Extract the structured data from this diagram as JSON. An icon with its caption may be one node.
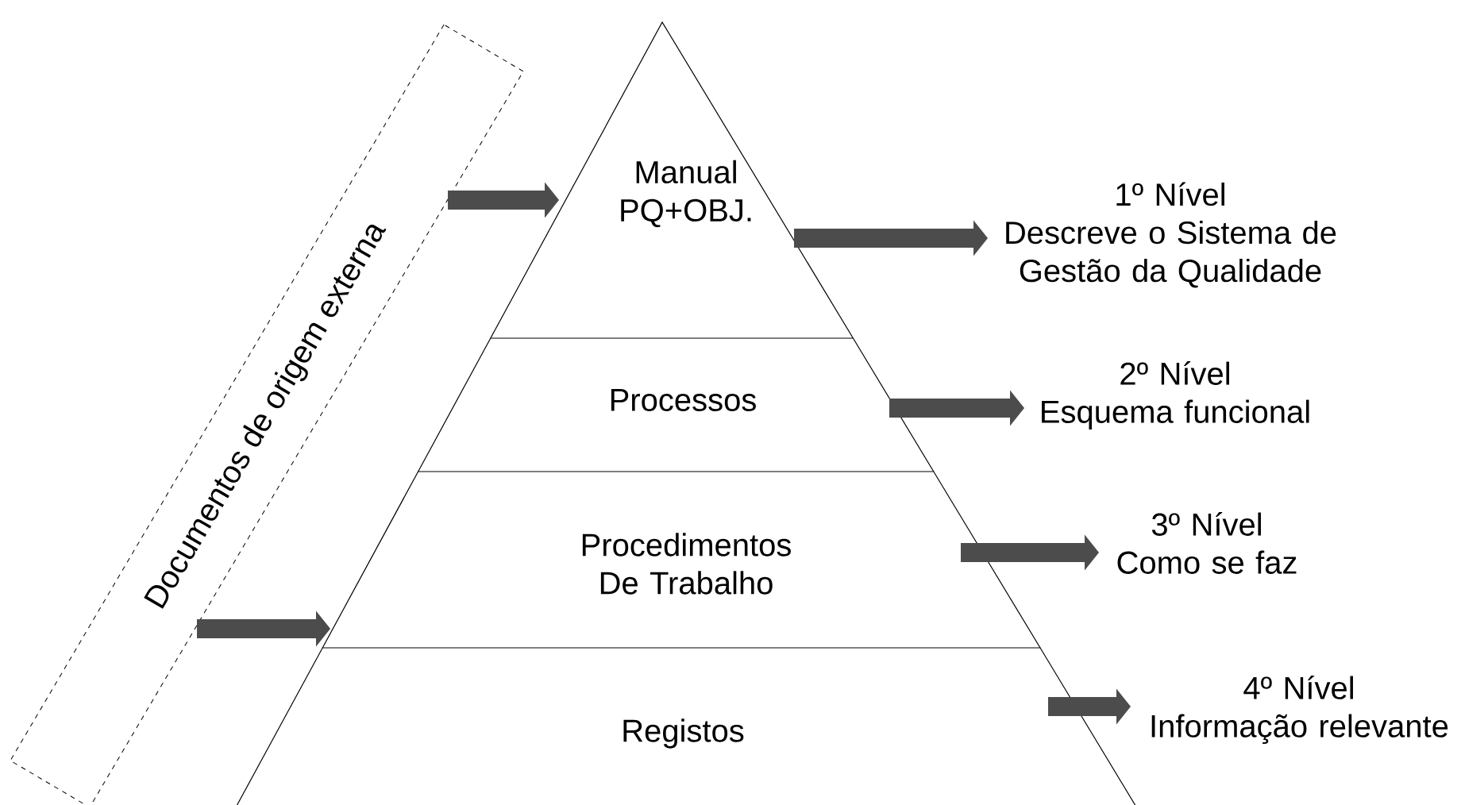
{
  "diagram": {
    "nodes": [
      {
        "text": [
          "Manual PQ+OBJ."
        ]
      },
      {
        "text": [
          "Processos"
        ]
      },
      {
        "text": [
          "Procedimentos De Trabalho"
        ]
      },
      {
        "text": [
          "Registos"
        ]
      },
      {
        "text": [
          "Documentos de origem externa"
        ]
      },
      {
        "text": [
          "1º Nível",
          "Descreve o Sistema de Gestão da Qualidade"
        ]
      },
      {
        "text": [
          "2º Nível",
          "Esquema funcional"
        ]
      },
      {
        "text": [
          "3º Nível",
          "Como se faz"
        ]
      },
      {
        "text": [
          "4º Nível",
          "Informação relevante"
        ]
      }
    ],
    "edges": [
      {
        "from": 4,
        "to": 0,
        "arrow": "to"
      },
      {
        "from": 4,
        "to": 2,
        "arrow": "to"
      },
      {
        "from": 0,
        "to": 5,
        "arrow": "to"
      },
      {
        "from": 1,
        "to": 6,
        "arrow": "to"
      },
      {
        "from": 2,
        "to": 7,
        "arrow": "to"
      },
      {
        "from": 3,
        "to": 8,
        "arrow": "to"
      }
    ]
  }
}
